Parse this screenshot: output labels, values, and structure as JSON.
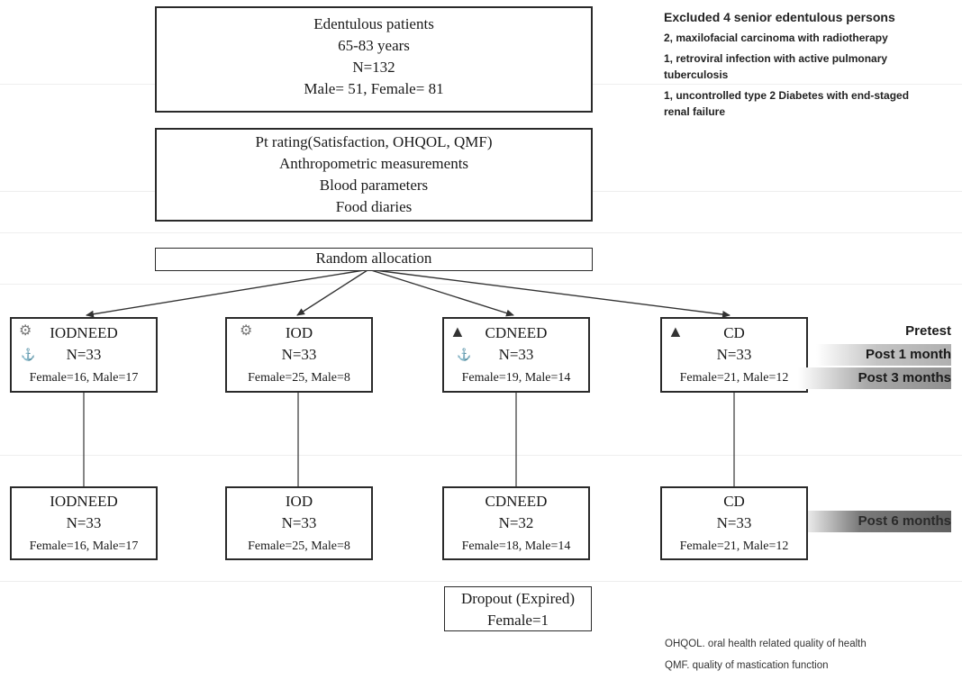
{
  "colors": {
    "box_border": "#2a2a2a",
    "line": "#333333",
    "band_dark": "#6e6e6e",
    "band_mid": "#a8a8a8",
    "band_light": "#d0d0d0"
  },
  "enrollment": {
    "lines": [
      "Edentulous patients",
      "65-83 years",
      "N=132",
      "Male= 51, Female= 81"
    ]
  },
  "assessment": {
    "lines": [
      "Pt rating(Satisfaction, OHQOL, QMF)",
      "Anthropometric measurements",
      "Blood parameters",
      "Food diaries"
    ]
  },
  "allocation": {
    "label": "Random allocation"
  },
  "excluded": {
    "heading": "Excluded 4 senior edentulous persons",
    "items": [
      "2, maxilofacial carcinoma with radiotherapy",
      "1, retroviral infection with active pulmonary tuberculosis",
      "1, uncontrolled type 2 Diabetes with end-staged renal failure"
    ]
  },
  "groups_initial": [
    {
      "name": "IODNEED",
      "n": "N=33",
      "sex": "Female=16, Male=17",
      "icons": [
        "implant-denture-icon",
        "supplement-icon"
      ]
    },
    {
      "name": "IOD",
      "n": "N=33",
      "sex": "Female=25, Male=8",
      "icons": [
        "implant-denture-icon"
      ]
    },
    {
      "name": "CDNEED",
      "n": "N=33",
      "sex": "Female=19, Male=14",
      "icons": [
        "denture-icon",
        "supplement-icon"
      ]
    },
    {
      "name": "CD",
      "n": "N=33",
      "sex": "Female=21, Male=12",
      "icons": [
        "denture-icon"
      ]
    }
  ],
  "groups_final": [
    {
      "name": "IODNEED",
      "n": "N=33",
      "sex": "Female=16, Male=17"
    },
    {
      "name": "IOD",
      "n": "N=33",
      "sex": "Female=25, Male=8"
    },
    {
      "name": "CDNEED",
      "n": "N=32",
      "sex": "Female=18, Male=14"
    },
    {
      "name": "CD",
      "n": "N=33",
      "sex": "Female=21, Male=12"
    }
  ],
  "timepoints": {
    "pretest": "Pretest",
    "post1": "Post 1 month",
    "post3": "Post 3 months",
    "post6": "Post 6 months"
  },
  "dropout": {
    "title": "Dropout (Expired)",
    "detail": "Female=1"
  },
  "footnotes": [
    "OHQOL. oral health related quality of health",
    "QMF. quality of mastication function"
  ]
}
